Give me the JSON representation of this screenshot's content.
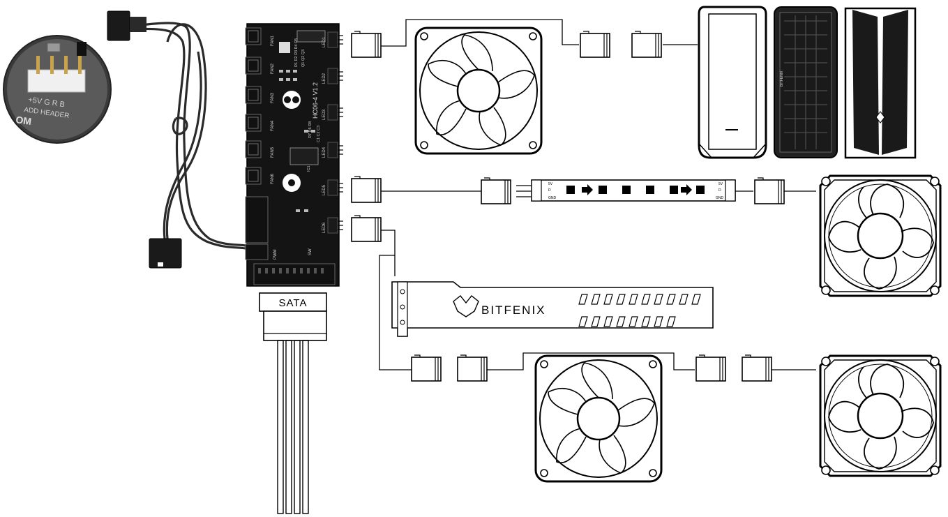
{
  "inset": {
    "pin_labels": "+5V G R B",
    "header_text": "ADD HEADER",
    "brand_mark": "OM"
  },
  "hub": {
    "model": "HC06-4 V1.2",
    "fan_labels": [
      "FAN1",
      "FAN2",
      "FAN3",
      "FAN4",
      "FAN5",
      "FAN6"
    ],
    "led_labels": [
      "LED1",
      "LED2",
      "LED3",
      "LED4",
      "LED5",
      "LED6"
    ],
    "chip_labels": {
      "q": "Q1 Q2 Q3",
      "r": "R1 R2 R3 R4 R5",
      "c": "C1 C2 C3",
      "pwm": "PWM",
      "sw": "SW",
      "ic": "IC1",
      "misc": "R7 R6 R8"
    }
  },
  "sata_label": "SATA",
  "strip": {
    "left_pins": [
      "5V",
      "D",
      "GND"
    ],
    "right_pins": [
      "5V",
      "D",
      "GND"
    ]
  },
  "bracket_brand": "BITFENIX",
  "case_brand": "BITFENIX",
  "colors": {
    "pcb": "#1a1a1a",
    "line": "#000000",
    "connector": "#ffffff",
    "background": "#ffffff"
  }
}
